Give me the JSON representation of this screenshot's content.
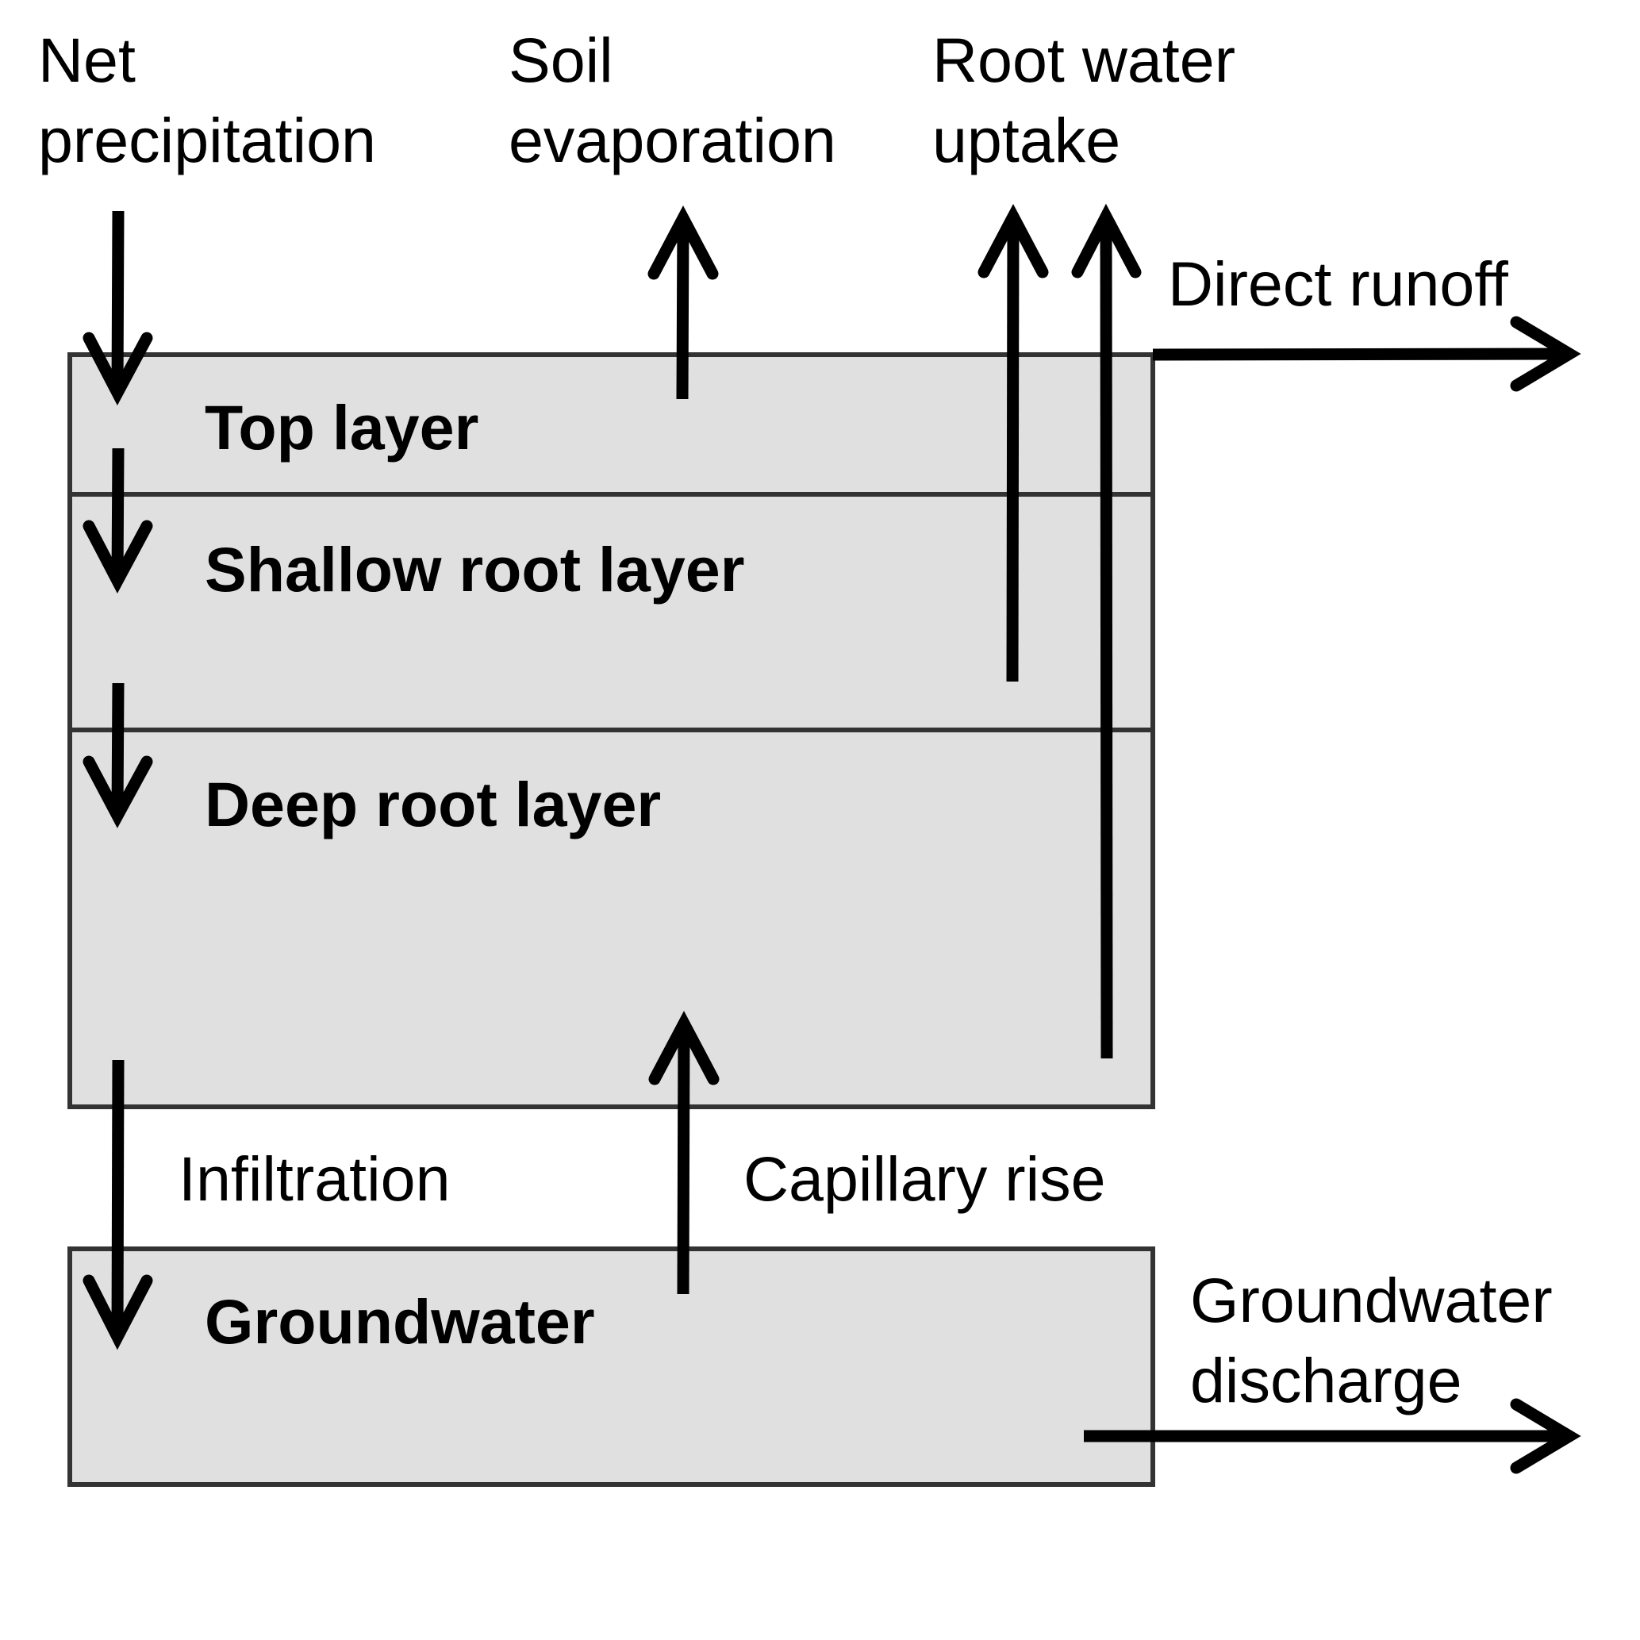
{
  "diagram": {
    "title": "Soil water balance model schematic",
    "colors": {
      "layer_fill": "#e0e0e0",
      "layer_border": "#333333",
      "arrow": "#000000",
      "background": "#ffffff"
    },
    "layers": {
      "top": "Top layer",
      "shallow_root": "Shallow root layer",
      "deep_root": "Deep root layer",
      "groundwater": "Groundwater"
    },
    "fluxes": {
      "net_precipitation": [
        "Net",
        "precipitation"
      ],
      "soil_evaporation": [
        "Soil",
        "evaporation"
      ],
      "root_water_uptake": [
        "Root water",
        "uptake"
      ],
      "direct_runoff": "Direct runoff",
      "infiltration": "Infiltration",
      "capillary_rise": "Capillary rise",
      "groundwater_discharge": [
        "Groundwater",
        "discharge"
      ]
    }
  }
}
